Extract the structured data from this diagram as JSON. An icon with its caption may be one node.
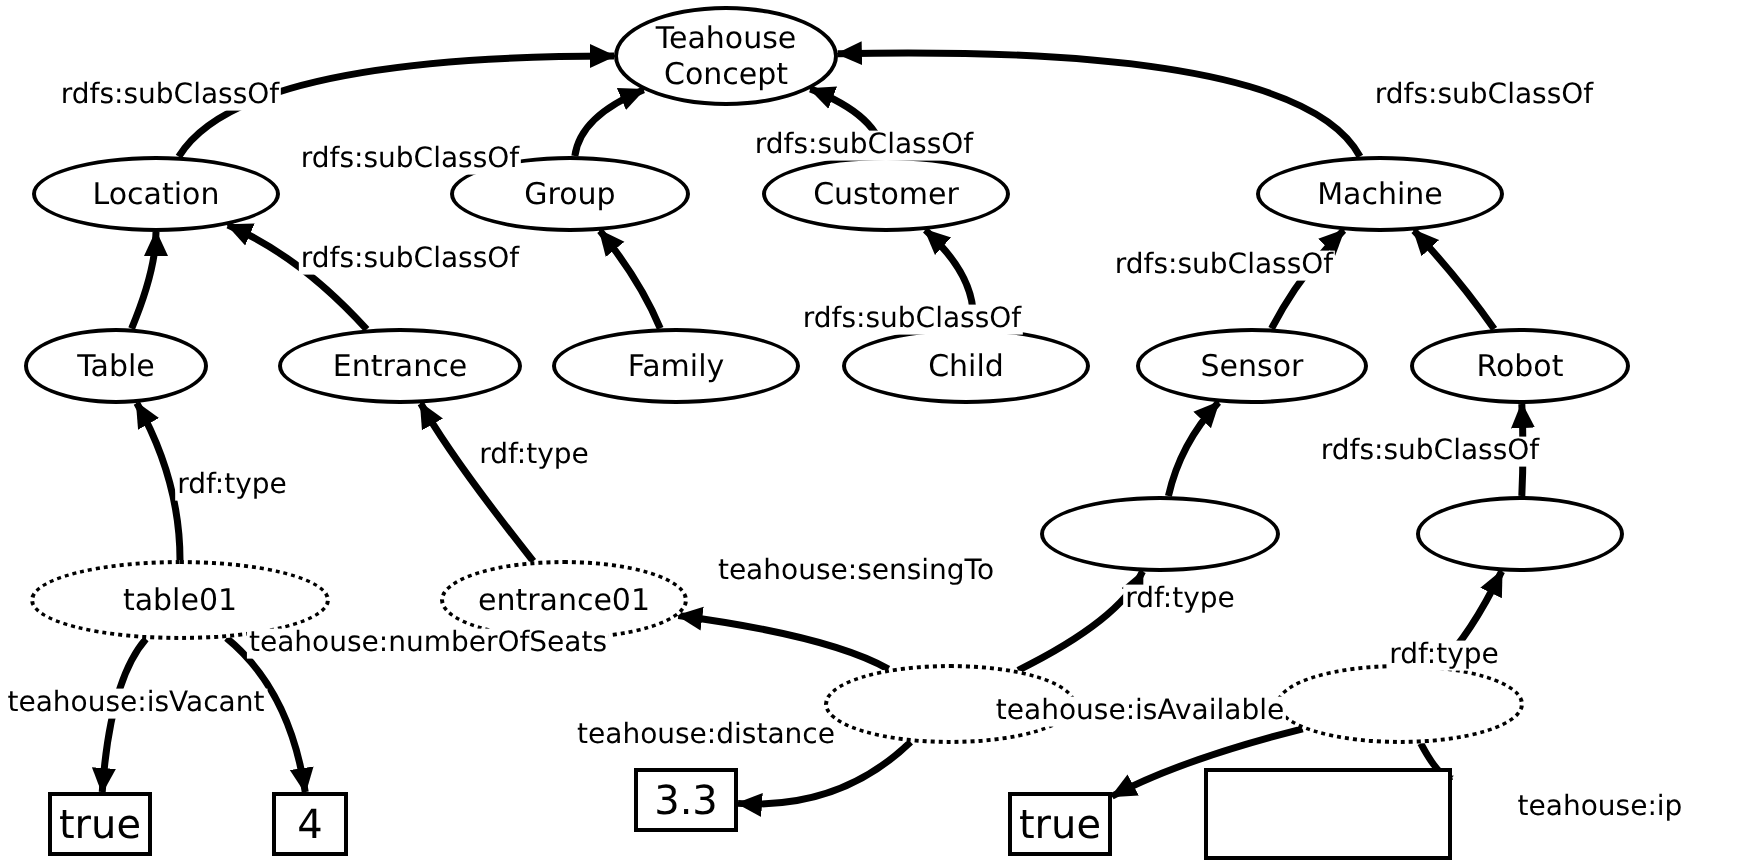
{
  "diagram": {
    "nodes": [
      {
        "text": [
          "Teahouse Concept"
        ]
      },
      {
        "text": [
          "Location"
        ]
      },
      {
        "text": [
          "Group"
        ]
      },
      {
        "text": [
          "Customer"
        ]
      },
      {
        "text": [
          "Machine"
        ]
      },
      {
        "text": [
          "Table"
        ]
      },
      {
        "text": [
          "Entrance"
        ]
      },
      {
        "text": [
          "Family"
        ]
      },
      {
        "text": [
          "Child"
        ]
      },
      {
        "text": [
          "Sensor"
        ]
      },
      {
        "text": [
          "Robot"
        ]
      },
      {
        "text": [],
        "shape": "ellipse"
      },
      {
        "text": [],
        "shape": "ellipse"
      },
      {
        "text": [
          "table01"
        ]
      },
      {
        "text": [
          "entrance01"
        ]
      },
      {
        "text": [],
        "shape": "ellipse"
      },
      {
        "text": [],
        "shape": "ellipse"
      },
      {
        "text": [
          "true"
        ]
      },
      {
        "text": [
          "4"
        ]
      },
      {
        "text": [
          "3.3"
        ]
      },
      {
        "text": [
          "true"
        ]
      },
      {
        "text": [],
        "shape": "box"
      }
    ],
    "edges": [
      {
        "from": 1,
        "to": 0,
        "arrow": "to",
        "label": "rdfs:subClassOf"
      },
      {
        "from": 2,
        "to": 0,
        "arrow": "to",
        "label": "rdfs:subClassOf"
      },
      {
        "from": 3,
        "to": 0,
        "arrow": "to",
        "label": "rdfs:subClassOf"
      },
      {
        "from": 4,
        "to": 0,
        "arrow": "to",
        "label": "rdfs:subClassOf"
      },
      {
        "from": 5,
        "to": 1,
        "arrow": "to"
      },
      {
        "from": 6,
        "to": 1,
        "arrow": "to",
        "label": "rdfs:subClassOf"
      },
      {
        "from": 7,
        "to": 2,
        "arrow": "to"
      },
      {
        "from": 8,
        "to": 3,
        "arrow": "to",
        "label": "rdfs:subClassOf"
      },
      {
        "from": 9,
        "to": 4,
        "arrow": "to",
        "label": "rdfs:subClassOf"
      },
      {
        "from": 10,
        "to": 4,
        "arrow": "to"
      },
      {
        "from": 11,
        "to": 9,
        "arrow": "to"
      },
      {
        "from": 12,
        "to": 10,
        "arrow": "to",
        "label": "rdfs:subClassOf"
      },
      {
        "from": 13,
        "to": 5,
        "arrow": "to",
        "label": "rdf:type"
      },
      {
        "from": 14,
        "to": 6,
        "arrow": "to",
        "label": "rdf:type"
      },
      {
        "from": 15,
        "to": 11,
        "arrow": "to",
        "label": "rdf:type"
      },
      {
        "from": 15,
        "to": 14,
        "arrow": "to",
        "label": "teahouse:sensingTo"
      },
      {
        "from": 16,
        "to": 12,
        "arrow": "to",
        "label": "rdf:type"
      },
      {
        "from": 13,
        "to": 17,
        "arrow": "to",
        "label": "teahouse:isVacant"
      },
      {
        "from": 13,
        "to": 18,
        "arrow": "to",
        "label": "teahouse:numberOfSeats"
      },
      {
        "from": 15,
        "to": 19,
        "arrow": "to",
        "label": "teahouse:distance"
      },
      {
        "from": 16,
        "to": 20,
        "arrow": "to",
        "label": "teahouse:isAvailable"
      },
      {
        "from": 16,
        "to": 21,
        "arrow": "to",
        "label": "teahouse:ip"
      }
    ]
  }
}
